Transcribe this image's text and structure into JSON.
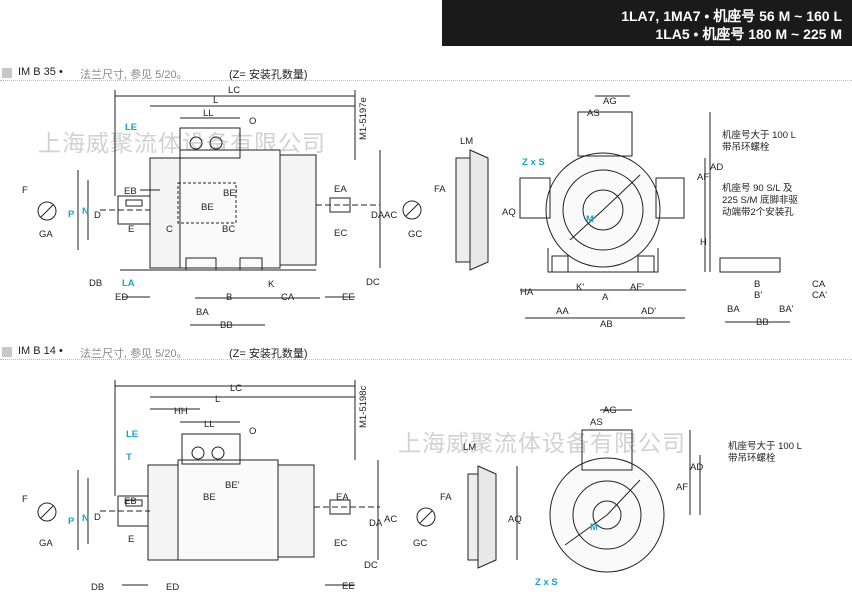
{
  "header": {
    "line1": "1LA7, 1MA7 • 机座号 56 M ~ 160 L",
    "line2": "1LA5 • 机座号 180 M ~ 225 M"
  },
  "section1": {
    "code": "IM B 35 •",
    "note": "法兰尺寸, 参见 5/20。",
    "zeq": "(Z= 安装孔数量)"
  },
  "section2": {
    "code": "IM B 14 •",
    "note": "法兰尺寸, 参见 5/20。",
    "zeq": "(Z= 安装孔数量)"
  },
  "watermark": "上海威聚流体设备有限公司",
  "notes": {
    "ring_bolt": "机座号大于 100 L\n带吊环螺栓",
    "feet_holes": "机座号 90 S/L 及\n225 S/M 底脚非驱\n动端带2个安装孔"
  },
  "drawing_ids": {
    "top": "M1-5197e",
    "bottom": "M1-5198c"
  },
  "labels_top": {
    "LC": "LC",
    "L": "L",
    "LL": "LL",
    "LE": "LE",
    "O": "O",
    "LM": "LM",
    "AG": "AG",
    "AS": "AS",
    "ZxS": "Z x S",
    "M": "M",
    "EB": "EB",
    "D": "D",
    "E": "E",
    "C": "C",
    "DB": "DB",
    "LA": "LA",
    "ED": "ED",
    "BE": "BE",
    "BEp": "BE'",
    "BC": "BC",
    "F": "F",
    "GA": "GA",
    "P": "P",
    "N": "N",
    "EA": "EA",
    "DA": "DA",
    "EC": "EC",
    "DC": "DC",
    "AC": "AC",
    "EE": "EE",
    "FA": "FA",
    "GC": "GC",
    "B": "B",
    "K": "K",
    "CA": "CA",
    "BA": "BA",
    "BB": "BB",
    "AQ": "AQ",
    "AF": "AF",
    "AD": "AD",
    "H": "H",
    "HA": "HA",
    "Kp": "K'",
    "A": "A",
    "AFp": "AF'",
    "AA": "AA",
    "ADp": "AD'",
    "AB": "AB",
    "Bp": "B'",
    "CAp": "CA'",
    "BAp": "BA'"
  },
  "labels_bottom": {
    "LC": "LC",
    "L": "L",
    "HH": "HH",
    "LL": "LL",
    "LE": "LE",
    "T": "T",
    "O": "O",
    "LM": "LM",
    "AG": "AG",
    "AS": "AS",
    "M": "M",
    "ZxS": "Z x S",
    "EB": "EB",
    "D": "D",
    "E": "E",
    "DB": "DB",
    "ED": "ED",
    "BE": "BE",
    "BEp": "BE'",
    "F": "F",
    "GA": "GA",
    "P": "P",
    "N": "N",
    "EA": "EA",
    "DA": "DA",
    "EC": "EC",
    "DC": "DC",
    "AC": "AC",
    "EE": "EE",
    "FA": "FA",
    "GC": "GC",
    "AQ": "AQ",
    "AF": "AF",
    "AD": "AD"
  }
}
